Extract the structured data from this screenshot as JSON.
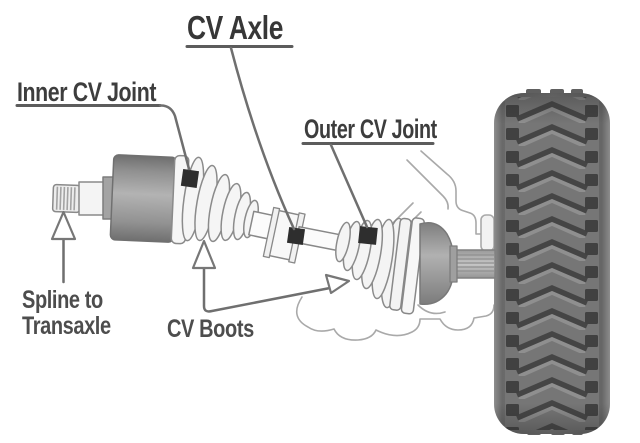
{
  "diagram": {
    "type": "labeled-parts-diagram",
    "subject": "CV Axle assembly with wheel",
    "title": "CV Axle",
    "labels": {
      "inner_cv_joint": "Inner CV Joint",
      "outer_cv_joint": "Outer CV Joint",
      "spline_line1": "Spline to",
      "spline_line2": "Transaxle",
      "cv_boots": "CV Boots"
    },
    "callouts": [
      {
        "label": "CV Axle",
        "points_to": "axle-shaft-marker",
        "style": "underlined-title-with-leader-line"
      },
      {
        "label": "Inner CV Joint",
        "points_to": "inner-joint-marker",
        "style": "underlined-label-with-leader-line"
      },
      {
        "label": "Outer CV Joint",
        "points_to": "outer-joint-marker",
        "style": "underlined-label-with-leader-line"
      },
      {
        "label": "Spline to Transaxle",
        "points_to": "spline-shaft",
        "style": "hollow-arrow-up"
      },
      {
        "label": "CV Boots",
        "points_to": "inner-boot and outer-boot",
        "style": "two-hollow-arrows"
      }
    ],
    "parts": [
      "spline-shaft",
      "inner-cv-joint-housing",
      "inner-cv-boot",
      "axle-shaft",
      "dynamic-damper-collar",
      "outer-cv-boot",
      "outer-cv-joint-housing",
      "stub-axle",
      "steering-knuckle-outline",
      "tire"
    ],
    "colors": {
      "background": "#ffffff",
      "label_text_dark": "#3d3d3d",
      "label_text_mid": "#4d4d4d",
      "leader_line": "#6f6f6f",
      "marker_square": "#2e2e2e",
      "metal_light": "#f5f5f5",
      "metal_mid": "#a9a9a9",
      "metal_dark": "#707070",
      "tire_body": "#6b6b6b",
      "tire_tread_block": "#414141"
    }
  }
}
